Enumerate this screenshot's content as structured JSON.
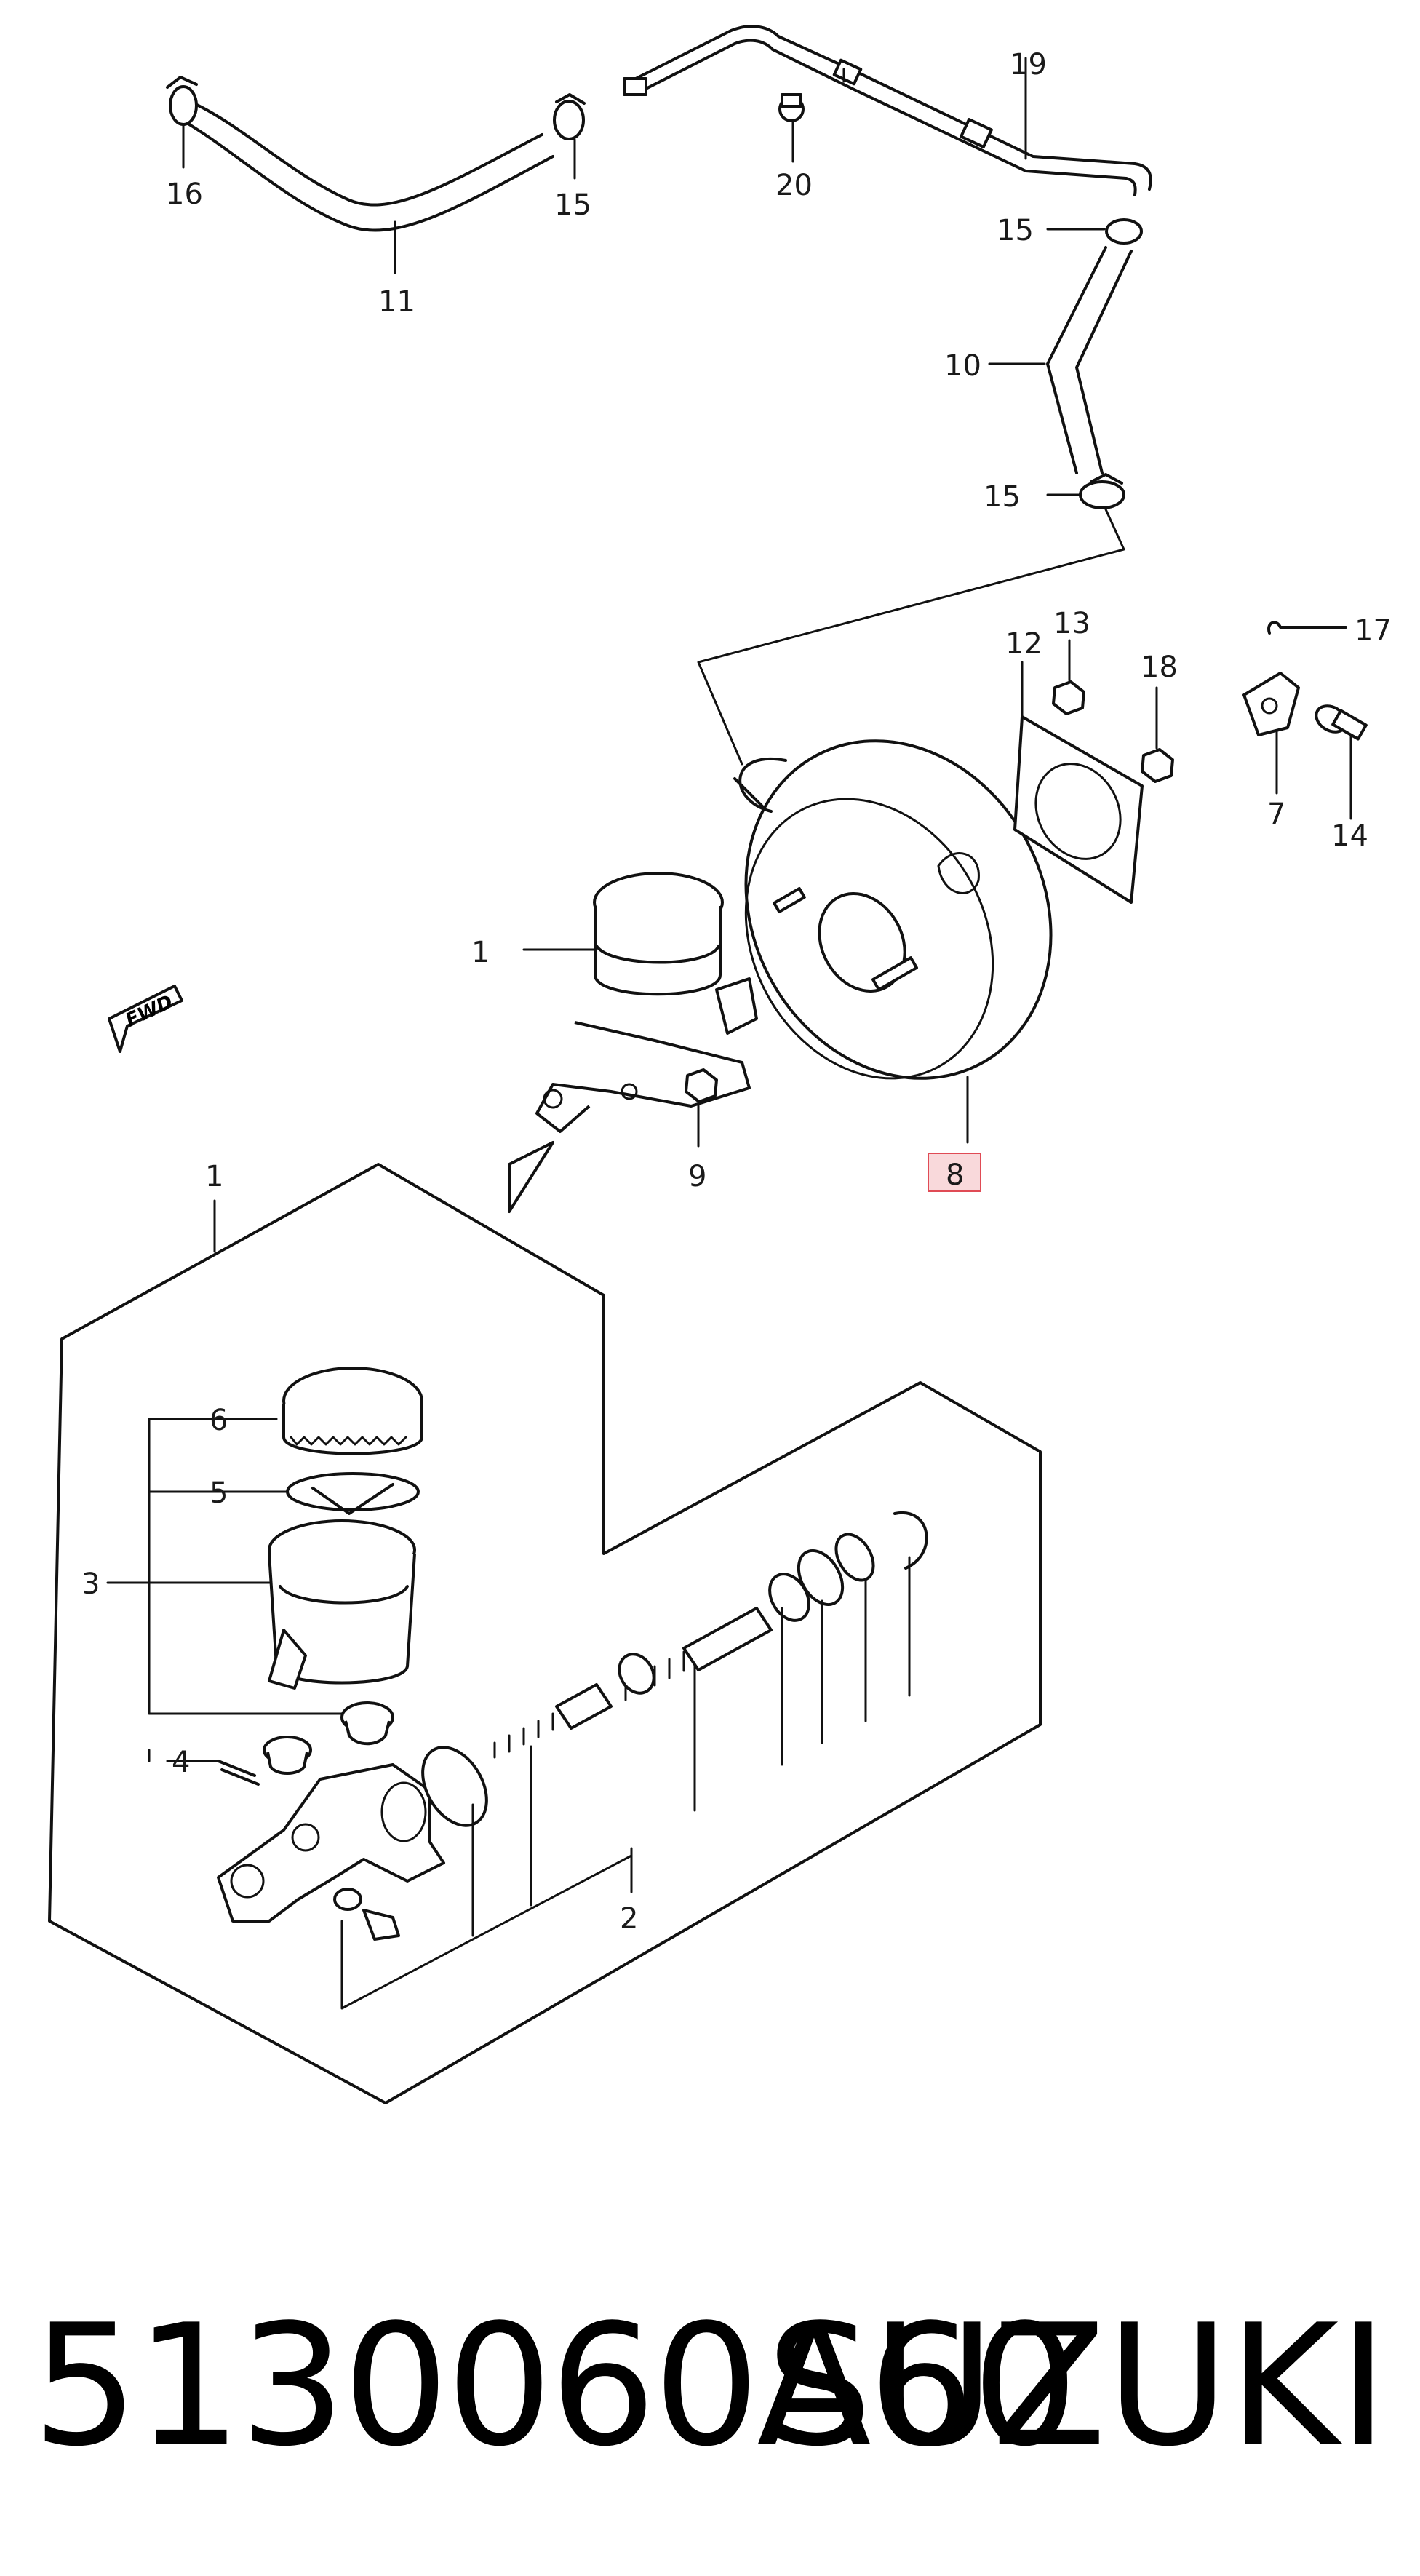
{
  "caption": {
    "part_number": "5130060A60",
    "brand": "SUZUKI"
  },
  "fwd_label": "FWD",
  "callouts": {
    "c1_top": "1",
    "c1_box": "1",
    "c2": "2",
    "c3": "3",
    "c4": "4",
    "c5": "5",
    "c6": "6",
    "c7": "7",
    "c8": "8",
    "c9": "9",
    "c10": "10",
    "c11": "11",
    "c12": "12",
    "c13": "13",
    "c14": "14",
    "c15a": "15",
    "c15b": "15",
    "c15c": "15",
    "c16": "16",
    "c17": "17",
    "c18": "18",
    "c19": "19",
    "c20": "20"
  },
  "colors": {
    "highlight_fill": "#f6c9cc",
    "highlight_stroke": "#e04b55",
    "ink": "#111111"
  }
}
